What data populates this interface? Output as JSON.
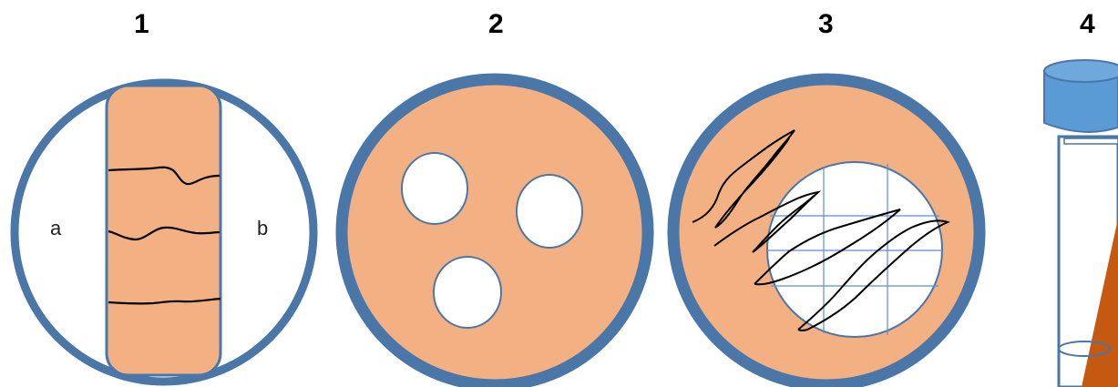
{
  "panels": [
    {
      "number": "1",
      "labels": {
        "left": "a",
        "right": "b"
      }
    },
    {
      "number": "2"
    },
    {
      "number": "3"
    },
    {
      "number": "4"
    }
  ],
  "colors": {
    "rim": "#4a76a8",
    "agar": "#f2b083",
    "streak": "#000000",
    "clear_zone": "#ffffff",
    "grid_line": "#5b8fd6",
    "tube_cap": "#5b9bd5",
    "tube_fill": "#c65911",
    "tube_outline": "#4a76a8"
  }
}
